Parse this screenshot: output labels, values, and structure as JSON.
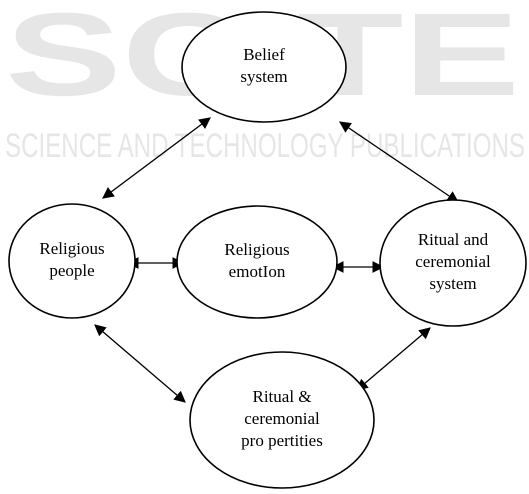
{
  "watermark": {
    "logo_letters": "SCITE",
    "tagline": "SCIENCE AND TECHNOLOGY PUBLICATIONS",
    "color": "#e6e6e6"
  },
  "diagram": {
    "nodes": [
      {
        "id": "belief",
        "lines": [
          "Belief",
          "system"
        ]
      },
      {
        "id": "people",
        "lines": [
          "Religious",
          "people"
        ]
      },
      {
        "id": "emotion",
        "lines": [
          "Religious",
          "emotIon"
        ]
      },
      {
        "id": "ritual-system",
        "lines": [
          "Ritual and",
          "ceremonial",
          "system"
        ]
      },
      {
        "id": "ritual-props",
        "lines": [
          "Ritual &",
          "ceremonial",
          "pro pertities"
        ]
      }
    ],
    "edges": [
      {
        "from": "belief",
        "to": "people",
        "direction": "both"
      },
      {
        "from": "belief",
        "to": "ritual-system",
        "direction": "both"
      },
      {
        "from": "people",
        "to": "emotion",
        "direction": "both"
      },
      {
        "from": "emotion",
        "to": "ritual-system",
        "direction": "both"
      },
      {
        "from": "people",
        "to": "ritual-props",
        "direction": "both"
      },
      {
        "from": "ritual-system",
        "to": "ritual-props",
        "direction": "both"
      }
    ],
    "stroke_color": "#000000"
  }
}
